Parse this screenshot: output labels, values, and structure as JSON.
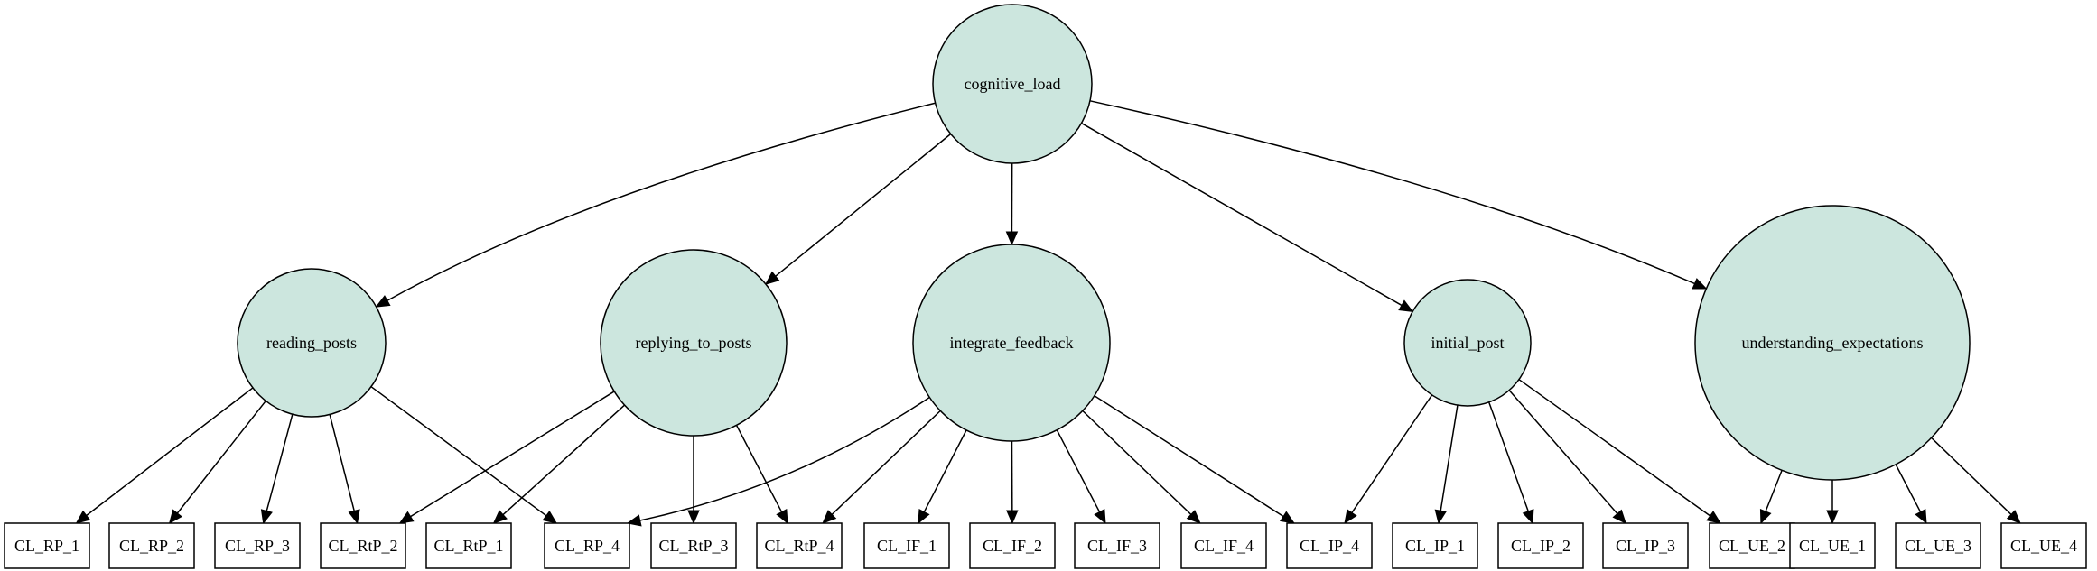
{
  "diagram": {
    "latents": [
      {
        "id": "cognitive_load",
        "label": "cognitive_load"
      },
      {
        "id": "reading_posts",
        "label": "reading_posts"
      },
      {
        "id": "replying_to_posts",
        "label": "replying_to_posts"
      },
      {
        "id": "integrate_feedback",
        "label": "integrate_feedback"
      },
      {
        "id": "initial_post",
        "label": "initial_post"
      },
      {
        "id": "understanding_expectations",
        "label": "understanding_expectations"
      }
    ],
    "indicators": [
      {
        "id": "CL_RP_1",
        "label": "CL_RP_1"
      },
      {
        "id": "CL_RP_2",
        "label": "CL_RP_2"
      },
      {
        "id": "CL_RP_3",
        "label": "CL_RP_3"
      },
      {
        "id": "CL_RtP_2",
        "label": "CL_RtP_2"
      },
      {
        "id": "CL_RtP_1",
        "label": "CL_RtP_1"
      },
      {
        "id": "CL_RP_4",
        "label": "CL_RP_4"
      },
      {
        "id": "CL_RtP_3",
        "label": "CL_RtP_3"
      },
      {
        "id": "CL_RtP_4",
        "label": "CL_RtP_4"
      },
      {
        "id": "CL_IF_1",
        "label": "CL_IF_1"
      },
      {
        "id": "CL_IF_2",
        "label": "CL_IF_2"
      },
      {
        "id": "CL_IF_3",
        "label": "CL_IF_3"
      },
      {
        "id": "CL_IF_4",
        "label": "CL_IF_4"
      },
      {
        "id": "CL_IP_4",
        "label": "CL_IP_4"
      },
      {
        "id": "CL_IP_1",
        "label": "CL_IP_1"
      },
      {
        "id": "CL_IP_2",
        "label": "CL_IP_2"
      },
      {
        "id": "CL_IP_3",
        "label": "CL_IP_3"
      },
      {
        "id": "CL_UE_2",
        "label": "CL_UE_2"
      },
      {
        "id": "CL_UE_1",
        "label": "CL_UE_1"
      },
      {
        "id": "CL_UE_3",
        "label": "CL_UE_3"
      },
      {
        "id": "CL_UE_4",
        "label": "CL_UE_4"
      }
    ],
    "edges": [
      [
        "cognitive_load",
        "reading_posts"
      ],
      [
        "cognitive_load",
        "replying_to_posts"
      ],
      [
        "cognitive_load",
        "integrate_feedback"
      ],
      [
        "cognitive_load",
        "initial_post"
      ],
      [
        "cognitive_load",
        "understanding_expectations"
      ],
      [
        "reading_posts",
        "CL_RP_1"
      ],
      [
        "reading_posts",
        "CL_RP_2"
      ],
      [
        "reading_posts",
        "CL_RP_3"
      ],
      [
        "reading_posts",
        "CL_RtP_2"
      ],
      [
        "reading_posts",
        "CL_RP_4"
      ],
      [
        "replying_to_posts",
        "CL_RtP_2"
      ],
      [
        "replying_to_posts",
        "CL_RtP_1"
      ],
      [
        "replying_to_posts",
        "CL_RtP_3"
      ],
      [
        "replying_to_posts",
        "CL_RtP_4"
      ],
      [
        "integrate_feedback",
        "CL_RP_4"
      ],
      [
        "integrate_feedback",
        "CL_RtP_4"
      ],
      [
        "integrate_feedback",
        "CL_IF_1"
      ],
      [
        "integrate_feedback",
        "CL_IF_2"
      ],
      [
        "integrate_feedback",
        "CL_IF_3"
      ],
      [
        "integrate_feedback",
        "CL_IF_4"
      ],
      [
        "integrate_feedback",
        "CL_IP_4"
      ],
      [
        "initial_post",
        "CL_IP_4"
      ],
      [
        "initial_post",
        "CL_IP_1"
      ],
      [
        "initial_post",
        "CL_IP_2"
      ],
      [
        "initial_post",
        "CL_IP_3"
      ],
      [
        "initial_post",
        "CL_UE_2"
      ],
      [
        "understanding_expectations",
        "CL_UE_2"
      ],
      [
        "understanding_expectations",
        "CL_UE_1"
      ],
      [
        "understanding_expectations",
        "CL_UE_3"
      ],
      [
        "understanding_expectations",
        "CL_UE_4"
      ]
    ]
  }
}
